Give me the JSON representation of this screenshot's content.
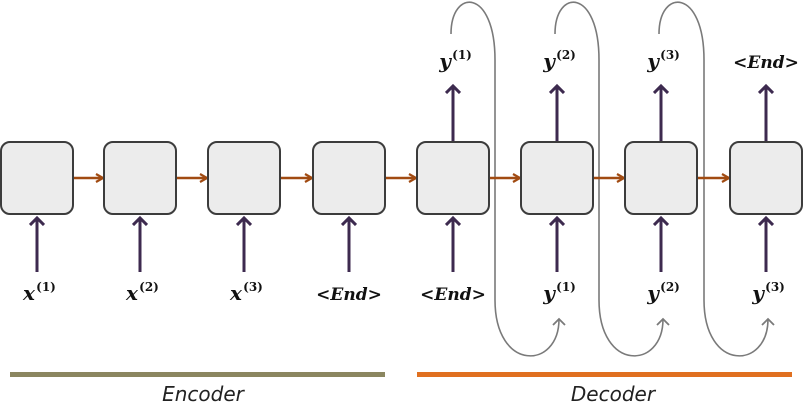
{
  "colors": {
    "cell_fill": "#ececec",
    "cell_stroke": "#3c3c3c",
    "recurrent_arrow": "#a14b12",
    "io_arrow": "#3d2a4f",
    "feedback_curve": "#7a7a7a",
    "encoder_bar": "#8b8660",
    "decoder_bar": "#e07020"
  },
  "encoder": {
    "label": "Encoder",
    "inputs": [
      {
        "base": "x",
        "sup": "(1)"
      },
      {
        "base": "x",
        "sup": "(2)"
      },
      {
        "base": "x",
        "sup": "(3)"
      },
      {
        "token": "<End>"
      }
    ]
  },
  "decoder": {
    "label": "Decoder",
    "inputs": [
      {
        "token": "<End>"
      },
      {
        "base": "y",
        "sup": "(1)"
      },
      {
        "base": "y",
        "sup": "(2)"
      },
      {
        "base": "y",
        "sup": "(3)"
      }
    ],
    "outputs": [
      {
        "base": "y",
        "sup": "(1)"
      },
      {
        "base": "y",
        "sup": "(2)"
      },
      {
        "base": "y",
        "sup": "(3)"
      },
      {
        "token": "<End>"
      }
    ]
  }
}
